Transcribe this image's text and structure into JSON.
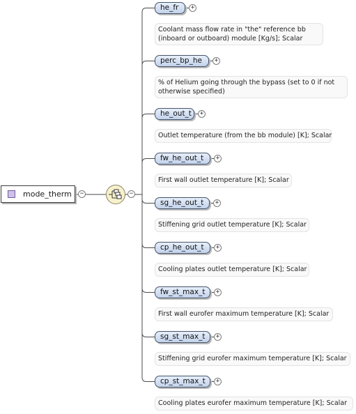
{
  "root": {
    "name": "mode_therm",
    "icon": "complex-type-icon",
    "toggle": "−"
  },
  "sequence": {
    "icon": "sequence-compositor-icon",
    "toggle": "−"
  },
  "children": [
    {
      "name": "he_fr",
      "expand": "+",
      "description": [
        "Coolant mass flow rate in \"the\" reference bb",
        "(inboard or outboard) module [Kg/s]; Scalar"
      ]
    },
    {
      "name": "perc_bp_he",
      "expand": "+",
      "description": [
        "% of Helium going through the bypass (set to 0 if not",
        "otherwise specified)"
      ]
    },
    {
      "name": "he_out_t",
      "expand": "+",
      "description": [
        "Outlet temperature (from the bb module) [K]; Scalar"
      ]
    },
    {
      "name": "fw_he_out_t",
      "expand": "+",
      "description": [
        "First wall outlet temperature [K]; Scalar"
      ]
    },
    {
      "name": "sg_he_out_t",
      "expand": "+",
      "description": [
        "Stiffening grid outlet temperature [K]; Scalar"
      ]
    },
    {
      "name": "cp_he_out_t",
      "expand": "+",
      "description": [
        "Cooling plates outlet temperature [K]; Scalar"
      ]
    },
    {
      "name": "fw_st_max_t",
      "expand": "+",
      "description": [
        "First wall eurofer maximum temperature [K]; Scalar"
      ]
    },
    {
      "name": "sg_st_max_t",
      "expand": "+",
      "description": [
        "Stiffening grid eurofer maximum temperature [K]; Scalar"
      ]
    },
    {
      "name": "cp_st_max_t",
      "expand": "+",
      "description": [
        "Cooling plates eurofer maximum temperature [K]; Scalar"
      ]
    }
  ]
}
